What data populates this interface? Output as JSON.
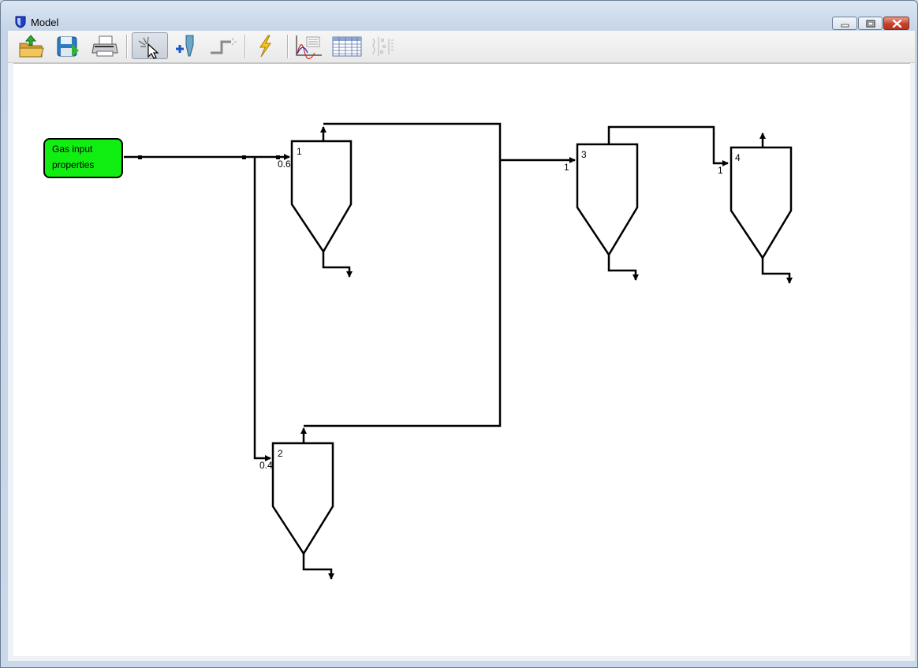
{
  "window": {
    "title": "Model",
    "app_icon": "shield-icon"
  },
  "window_controls": {
    "minimize": "minimize-icon",
    "maximize": "maximize-icon",
    "close": "close-icon"
  },
  "toolbar": {
    "buttons": [
      {
        "name": "open",
        "icon": "open-folder-icon"
      },
      {
        "name": "save",
        "icon": "save-icon"
      },
      {
        "name": "print",
        "icon": "printer-icon"
      },
      {
        "name": "select",
        "icon": "pointer-select-icon",
        "active": true
      },
      {
        "name": "add-cyclone",
        "icon": "add-cyclone-icon"
      },
      {
        "name": "connect",
        "icon": "connector-pipe-icon"
      },
      {
        "name": "run",
        "icon": "lightning-icon"
      },
      {
        "name": "chart",
        "icon": "chart-icon"
      },
      {
        "name": "table",
        "icon": "table-grid-icon"
      },
      {
        "name": "particles",
        "icon": "particles-icon",
        "disabled": true
      }
    ]
  },
  "diagram": {
    "gas_input": {
      "line1": "Gas input",
      "line2": "properties",
      "color": "#11ee11"
    },
    "units": [
      {
        "id": "1",
        "split": "0.6"
      },
      {
        "id": "2",
        "split": "0.4"
      },
      {
        "id": "3",
        "split": "1"
      },
      {
        "id": "4",
        "split": "1"
      }
    ]
  }
}
